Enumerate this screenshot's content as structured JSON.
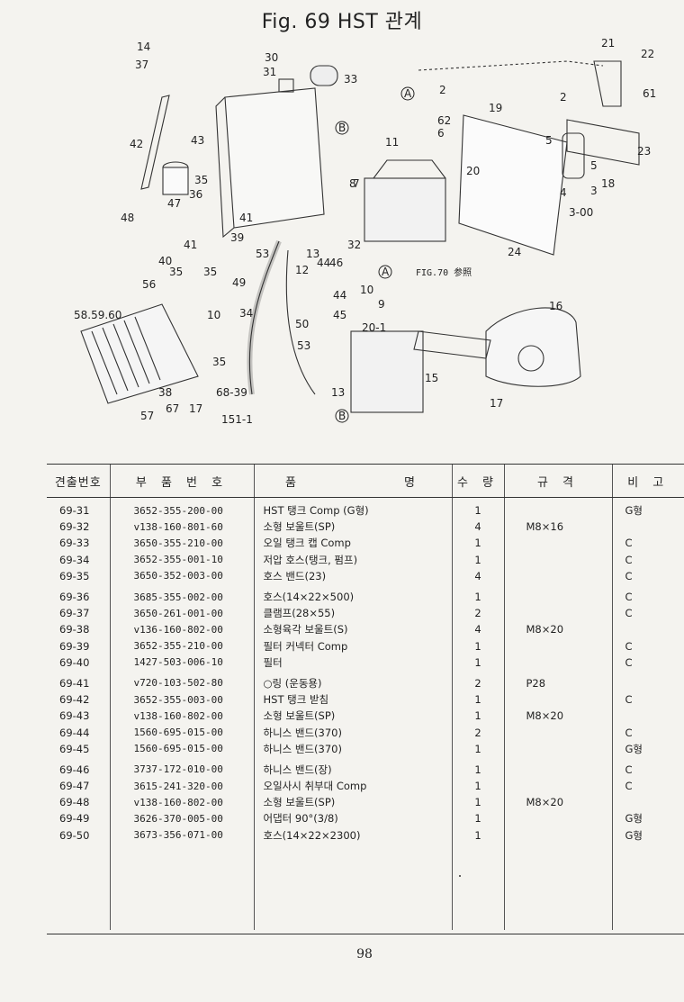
{
  "page": {
    "title": "Fig. 69   HST 관계",
    "page_number": "98"
  },
  "figure": {
    "callouts": [
      "14",
      "37",
      "30",
      "31",
      "33",
      "2",
      "21",
      "22",
      "61",
      "19",
      "2",
      "62",
      "6",
      "11",
      "5",
      "5",
      "23",
      "18",
      "3",
      "4",
      "3-00",
      "20",
      "24",
      "42",
      "43",
      "35",
      "36",
      "47",
      "48",
      "41",
      "39",
      "41",
      "40",
      "35",
      "35",
      "53",
      "13",
      "32",
      "44",
      "46",
      "12",
      "10",
      "9",
      "45",
      "44",
      "8",
      "7",
      "56",
      "49",
      "58.59.60",
      "10",
      "34",
      "50",
      "53",
      "20-1",
      "35",
      "38",
      "68-39",
      "67",
      "17",
      "57",
      "151-1",
      "13",
      "16",
      "15",
      "17"
    ],
    "circle_A": "A",
    "circle_B": "B",
    "ref_text": "FIG.70 参照"
  },
  "table": {
    "headers": [
      "견출번호",
      "부 품 번 호",
      "품　　　　　　명",
      "수 량",
      "규 격",
      "비 고"
    ],
    "rows": [
      {
        "ref": "69-31",
        "part": "3652-355-200-00",
        "name": "HST 탱크 Comp (G형)",
        "qty": "1",
        "spec": "",
        "note": "G형"
      },
      {
        "ref": "69-32",
        "part": "v138-160-801-60",
        "name": "소형 보울트(SP)",
        "qty": "4",
        "spec": "M8×16",
        "note": ""
      },
      {
        "ref": "69-33",
        "part": "3650-355-210-00",
        "name": "오일 탱크 캡 Comp",
        "qty": "1",
        "spec": "",
        "note": "C"
      },
      {
        "ref": "69-34",
        "part": "3652-355-001-10",
        "name": "저압 호스(탱크, 펌프)",
        "qty": "1",
        "spec": "",
        "note": "C"
      },
      {
        "ref": "69-35",
        "part": "3650-352-003-00",
        "name": "호스 밴드(23)",
        "qty": "4",
        "spec": "",
        "note": "C"
      },
      {
        "ref": "69-36",
        "part": "3685-355-002-00",
        "name": "호스(14×22×500)",
        "qty": "1",
        "spec": "",
        "note": "C"
      },
      {
        "ref": "69-37",
        "part": "3650-261-001-00",
        "name": "클램프(28×55)",
        "qty": "2",
        "spec": "",
        "note": "C"
      },
      {
        "ref": "69-38",
        "part": "v136-160-802-00",
        "name": "소형육각 보울트(S)",
        "qty": "4",
        "spec": "M8×20",
        "note": ""
      },
      {
        "ref": "69-39",
        "part": "3652-355-210-00",
        "name": "필터 커넥터 Comp",
        "qty": "1",
        "spec": "",
        "note": "C"
      },
      {
        "ref": "69-40",
        "part": "1427-503-006-10",
        "name": "필터",
        "qty": "1",
        "spec": "",
        "note": "C"
      },
      {
        "ref": "69-41",
        "part": "v720-103-502-80",
        "name": "○링 (운동용)",
        "qty": "2",
        "spec": "P28",
        "note": ""
      },
      {
        "ref": "69-42",
        "part": "3652-355-003-00",
        "name": "HST 탱크 받침",
        "qty": "1",
        "spec": "",
        "note": "C"
      },
      {
        "ref": "69-43",
        "part": "v138-160-802-00",
        "name": "소형 보울트(SP)",
        "qty": "1",
        "spec": "M8×20",
        "note": ""
      },
      {
        "ref": "69-44",
        "part": "1560-695-015-00",
        "name": "하니스 밴드(370)",
        "qty": "2",
        "spec": "",
        "note": "C"
      },
      {
        "ref": "69-45",
        "part": "1560-695-015-00",
        "name": "하니스 밴드(370)",
        "qty": "1",
        "spec": "",
        "note": "G형"
      },
      {
        "ref": "69-46",
        "part": "3737-172-010-00",
        "name": "하니스 밴드(장)",
        "qty": "1",
        "spec": "",
        "note": "C"
      },
      {
        "ref": "69-47",
        "part": "3615-241-320-00",
        "name": "오일사시 취부대 Comp",
        "qty": "1",
        "spec": "",
        "note": "C"
      },
      {
        "ref": "69-48",
        "part": "v138-160-802-00",
        "name": "소형 보울트(SP)",
        "qty": "1",
        "spec": "M8×20",
        "note": ""
      },
      {
        "ref": "69-49",
        "part": "3626-370-005-00",
        "name": "어댑터 90°(3/8)",
        "qty": "1",
        "spec": "",
        "note": "G형"
      },
      {
        "ref": "69-50",
        "part": "3673-356-071-00",
        "name": "호스(14×22×2300)",
        "qty": "1",
        "spec": "",
        "note": "G형"
      }
    ]
  }
}
